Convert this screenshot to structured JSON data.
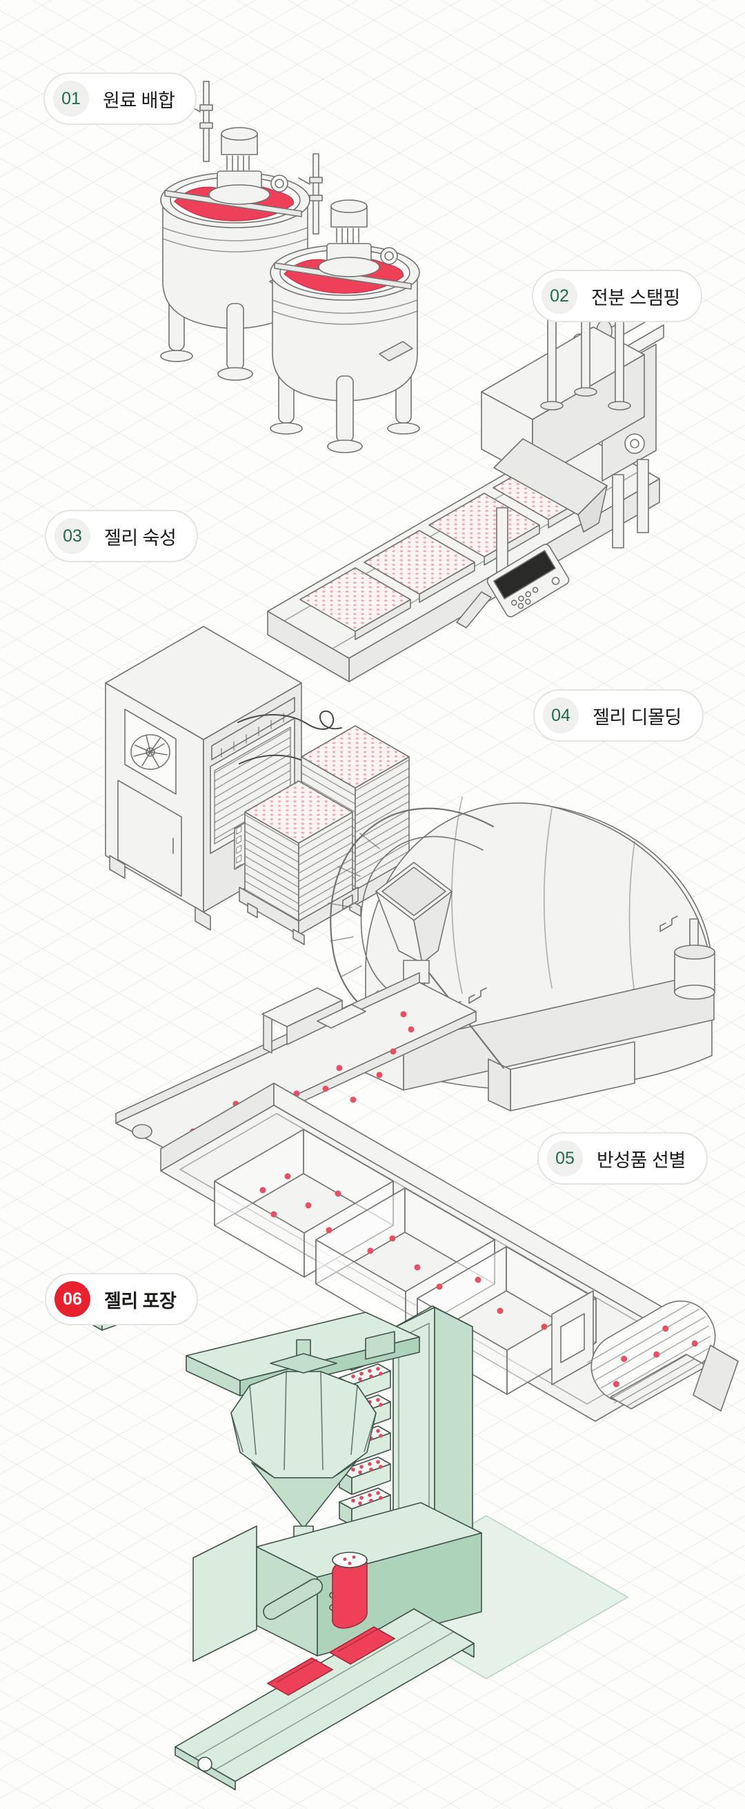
{
  "page": {
    "title": "젤리 제조 공정 다이어그램",
    "background": "#fdfdfc",
    "grid_line_color": "#e7e7e6",
    "accent_green": "#1e6b4f",
    "accent_red": "#e8212f",
    "jelly_red": "#ee4058",
    "machine_gray": "#f3f3f1",
    "machine_outline": "#73736f",
    "mint_fill": "#d9ecdd",
    "mint_outline": "#41524a"
  },
  "steps": [
    {
      "number": "01",
      "label": "원료 배합",
      "machine": "mixing-tanks",
      "highlighted": false
    },
    {
      "number": "02",
      "label": "전분 스탬핑",
      "machine": "starch-stamping-line",
      "highlighted": false
    },
    {
      "number": "03",
      "label": "젤리 숙성",
      "machine": "aging-cooler-and-tray-stacks",
      "highlighted": false
    },
    {
      "number": "04",
      "label": "젤리 디몰딩",
      "machine": "demolding-drum",
      "highlighted": false
    },
    {
      "number": "05",
      "label": "반성품 선별",
      "machine": "sorting-conveyor",
      "highlighted": false
    },
    {
      "number": "06",
      "label": "젤리 포장",
      "machine": "packaging-machine",
      "highlighted": true
    }
  ]
}
